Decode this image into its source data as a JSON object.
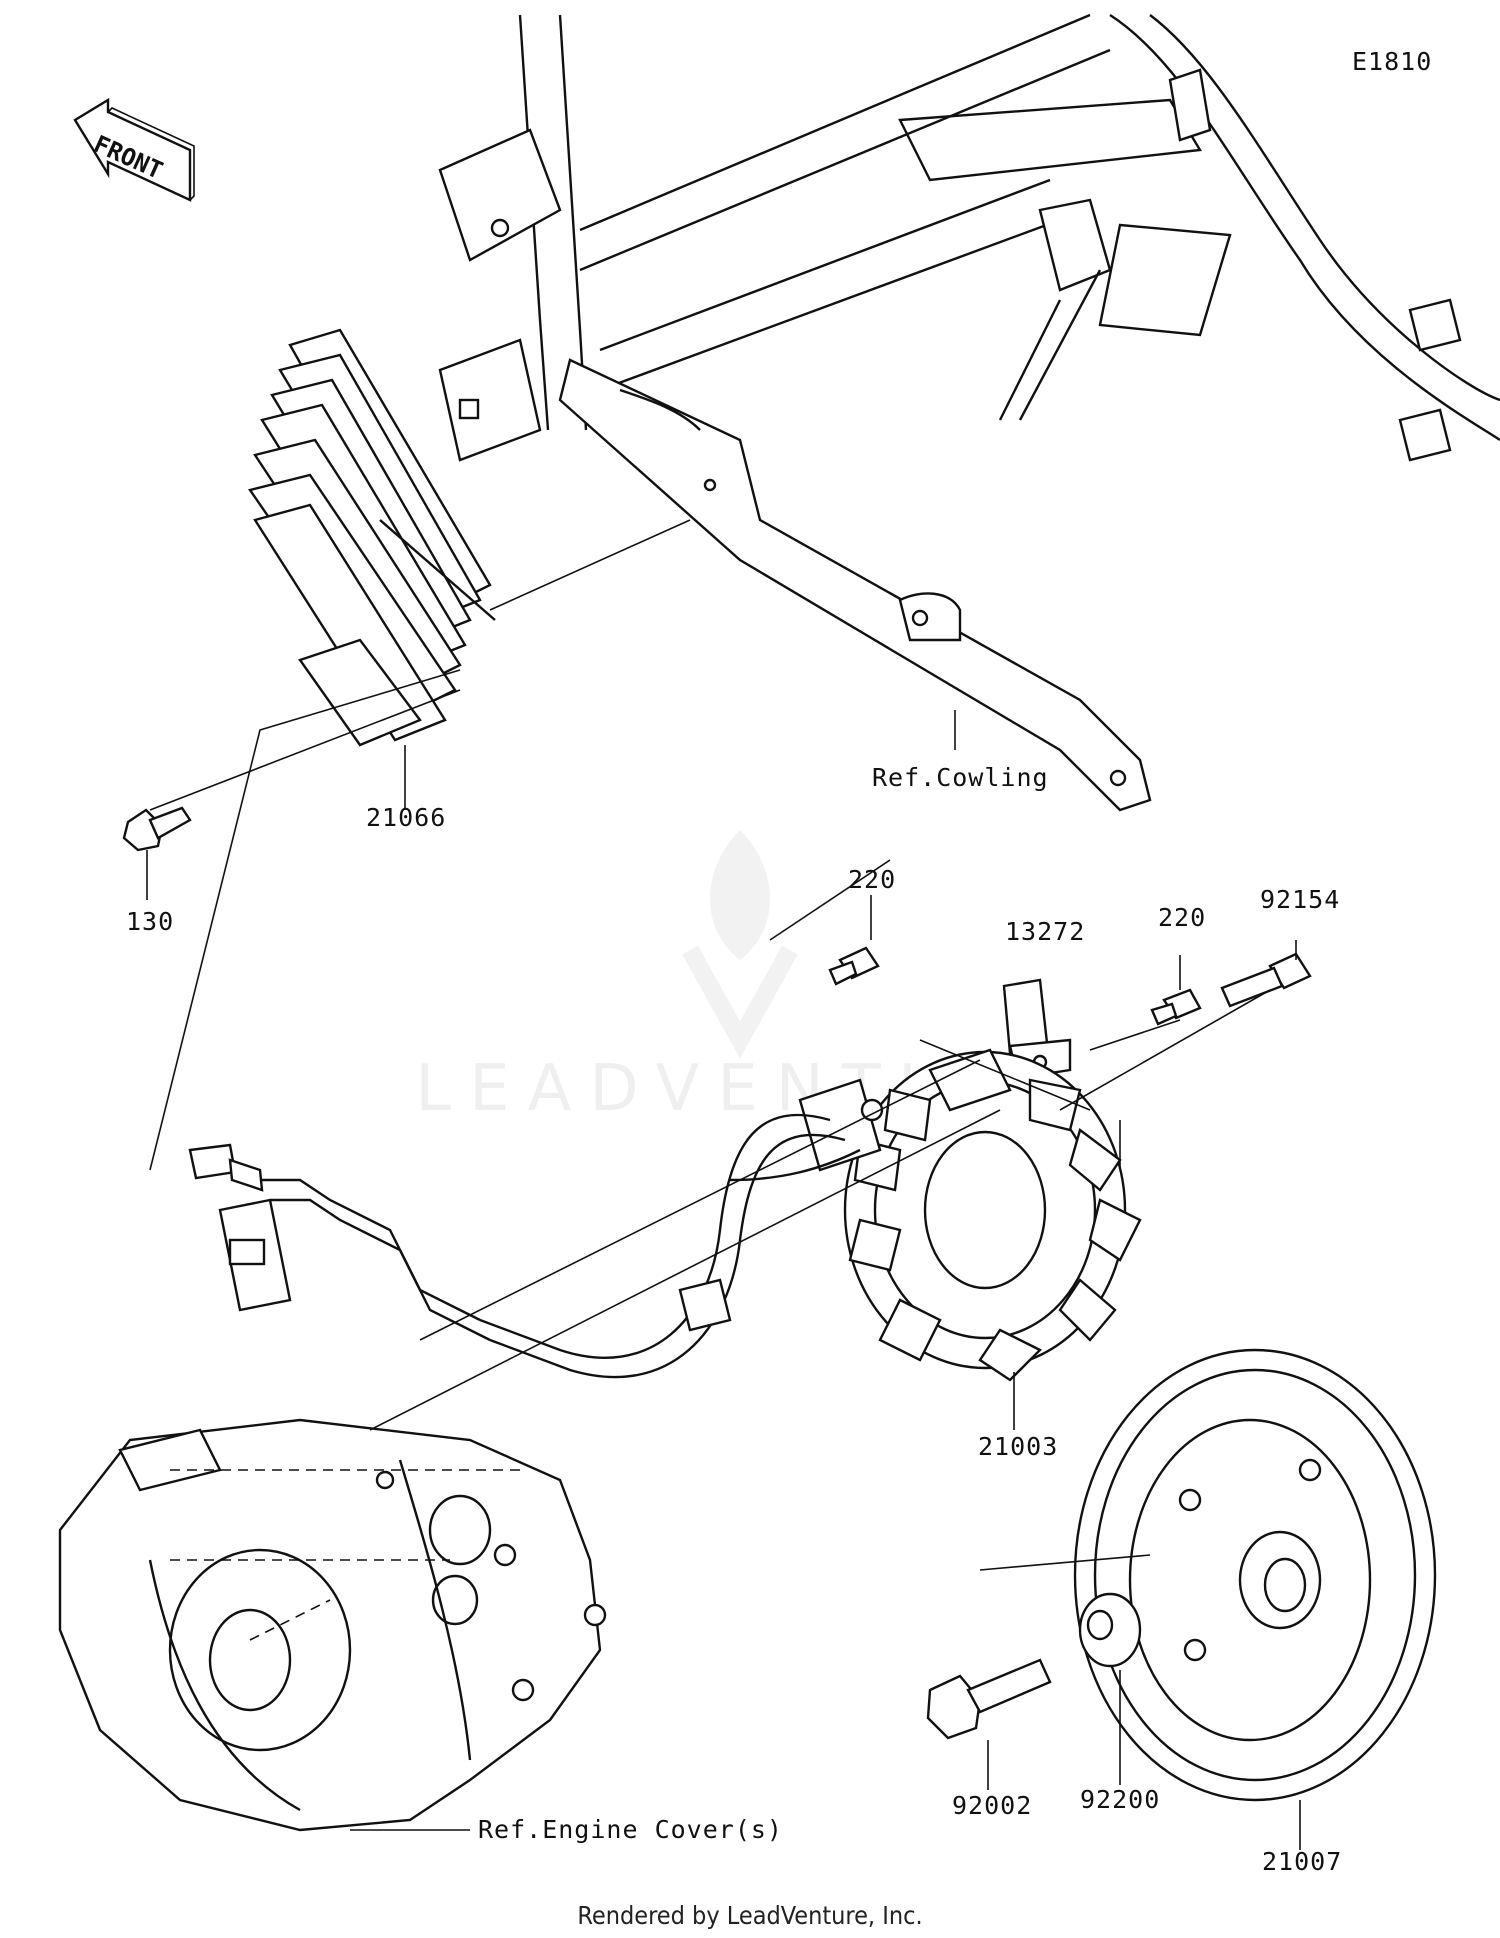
{
  "diagram": {
    "code": "E1810",
    "front_label": "FRONT",
    "watermark": "LEADVENTURE",
    "footer": "Rendered by LeadVenture, Inc.",
    "parts": {
      "p130": "130",
      "p21066": "21066",
      "p220a": "220",
      "p220b": "220",
      "p13272": "13272",
      "p92154": "92154",
      "p21003": "21003",
      "p21007": "21007",
      "p92200": "92200",
      "p92002": "92002"
    },
    "references": {
      "cowling": "Ref.Cowling",
      "engine_cover": "Ref.Engine Cover(s)"
    }
  }
}
